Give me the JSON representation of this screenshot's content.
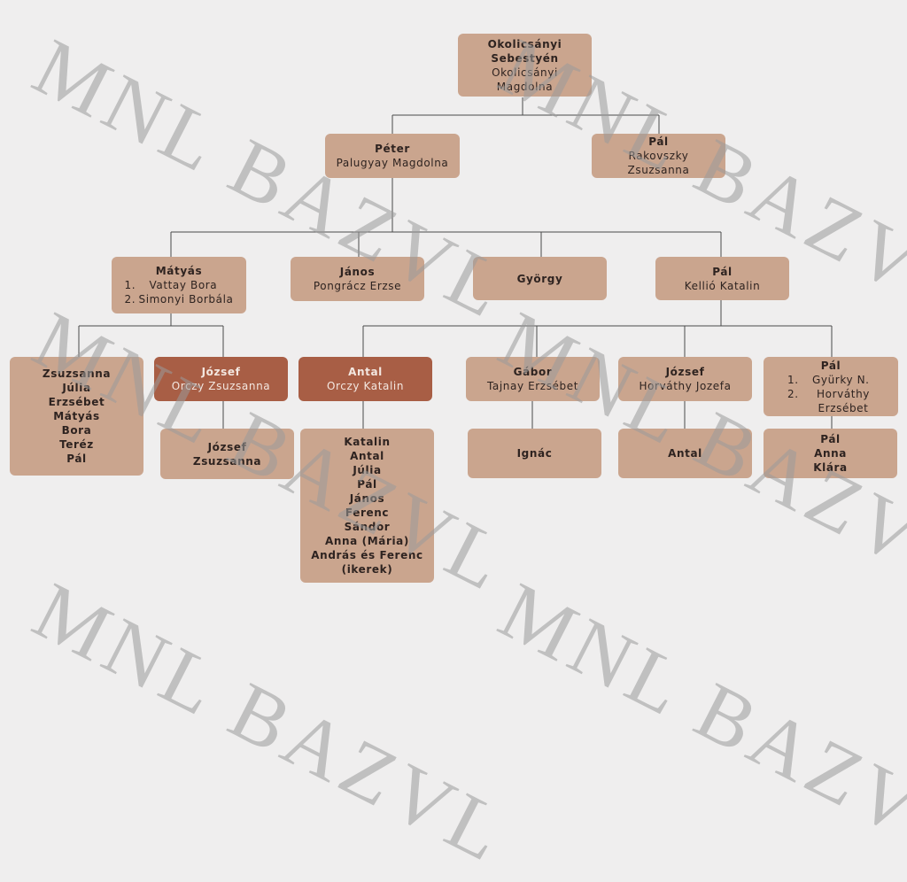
{
  "watermark": {
    "text": "MNL BAZVL"
  },
  "root": {
    "title": "Okolicsányi Sebestyén",
    "spouse": "Okolicsányi Magdolna"
  },
  "gen1": {
    "peter": {
      "title": "Péter",
      "spouse": "Palugyay Magdolna"
    },
    "pal": {
      "title": "Pál",
      "spouse": "Rakovszky Zsuzsanna"
    }
  },
  "gen2": {
    "matyas": {
      "title": "Mátyás",
      "spouses": [
        {
          "num": "1.",
          "name": "Vattay Bora"
        },
        {
          "num": "2.",
          "name": "Simonyi Borbála"
        }
      ]
    },
    "janos": {
      "title": "János",
      "spouse": "Pongrácz Erzse"
    },
    "gyorgy": {
      "title": "György"
    },
    "pal": {
      "title": "Pál",
      "spouse": "Kellió Katalin"
    }
  },
  "gen3": {
    "matyas_children": [
      "Zsuzsanna",
      "Júlia",
      "Erzsébet",
      "Mátyás",
      "Bora",
      "Teréz",
      "Pál"
    ],
    "jozsef_orczy": {
      "title": "József",
      "spouse": "Orczy Zsuzsanna"
    },
    "antal": {
      "title": "Antal",
      "spouse": "Orczy Katalin"
    },
    "gabor": {
      "title": "Gábor",
      "spouse": "Tajnay Erzsébet"
    },
    "jozsef_horvathy": {
      "title": "József",
      "spouse": "Horváthy Jozefa"
    },
    "pal": {
      "title": "Pál",
      "spouses": [
        {
          "num": "1.",
          "name": "Gyürky N."
        },
        {
          "num": "2.",
          "name": "Horváthy Erzsébet"
        }
      ]
    }
  },
  "gen4": {
    "jozsef_children": [
      "József",
      "Zsuzsanna"
    ],
    "antal_children": [
      "Katalin",
      "Antal",
      "Júlia",
      "Pál",
      "János",
      "Ferenc",
      "Sándor",
      "Anna (Mária)",
      "András és Ferenc",
      "(ikerek)"
    ],
    "gabor_children": [
      "Ignác"
    ],
    "jozsef_children2": [
      "Antal"
    ],
    "pal_children": [
      "Pál",
      "Anna",
      "Klára"
    ]
  }
}
